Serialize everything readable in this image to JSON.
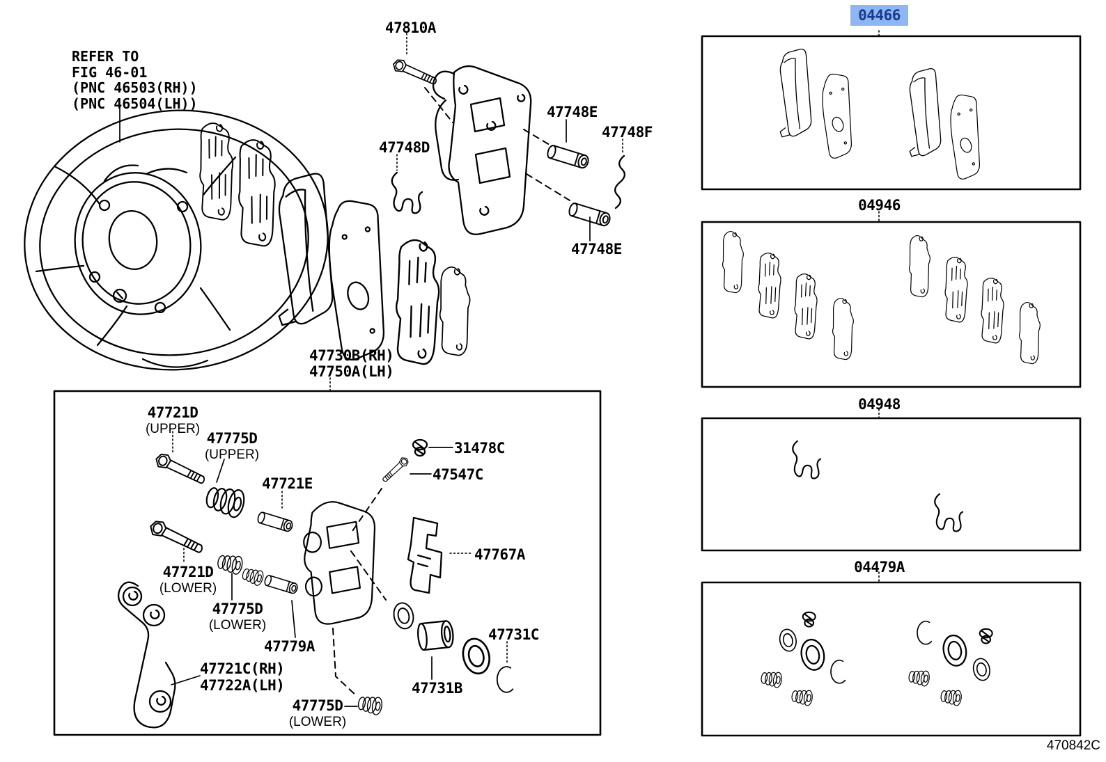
{
  "page": {
    "footer_code": "470842C"
  },
  "colors": {
    "line": "#000000",
    "background": "#ffffff",
    "highlight_bg": "#8db6f2",
    "highlight_text": "#1a3a8f"
  },
  "refer_note": {
    "lines": [
      "REFER TO",
      "FIG 46-01",
      "(PNC 46503(RH))",
      "(PNC 46504(LH))"
    ]
  },
  "labels": {
    "bolt_47810a": "47810A",
    "pin_47748e_upper": "47748E",
    "clip_47748f": "47748F",
    "clip_47748d": "47748D",
    "pin_47748e_lower": "47748E",
    "cylinder_assy_rh": "47730B(RH)",
    "cylinder_assy_lh": "47750A(LH)",
    "mounting_bolt_upper": "47721D",
    "mounting_bolt_upper_sub": "(UPPER)",
    "boot_upper": "47775D",
    "boot_upper_sub": "(UPPER)",
    "sliding_pin_47721e": "47721E",
    "cap_31478c": "31478C",
    "bleeder_47547c": "47547C",
    "support_plate_47767a": "47767A",
    "mounting_bolt_lower": "47721D",
    "mounting_bolt_lower_sub": "(LOWER)",
    "boot_mid": "47775D",
    "boot_mid_sub": "(LOWER)",
    "pin_47779a": "47779A",
    "bracket_rh": "47721C(RH)",
    "bracket_lh": "47722A(LH)",
    "ring_47731c": "47731C",
    "piston_47731b": "47731B",
    "boot_bottom": "47775D",
    "boot_bottom_sub": "(LOWER)"
  },
  "kits": {
    "pad_kit": {
      "code": "04466",
      "highlighted": true
    },
    "shim_kit": {
      "code": "04946",
      "highlighted": false
    },
    "fitting_kit": {
      "code": "04948",
      "highlighted": false
    },
    "cylinder_kit": {
      "code": "04479A",
      "highlighted": false
    }
  }
}
